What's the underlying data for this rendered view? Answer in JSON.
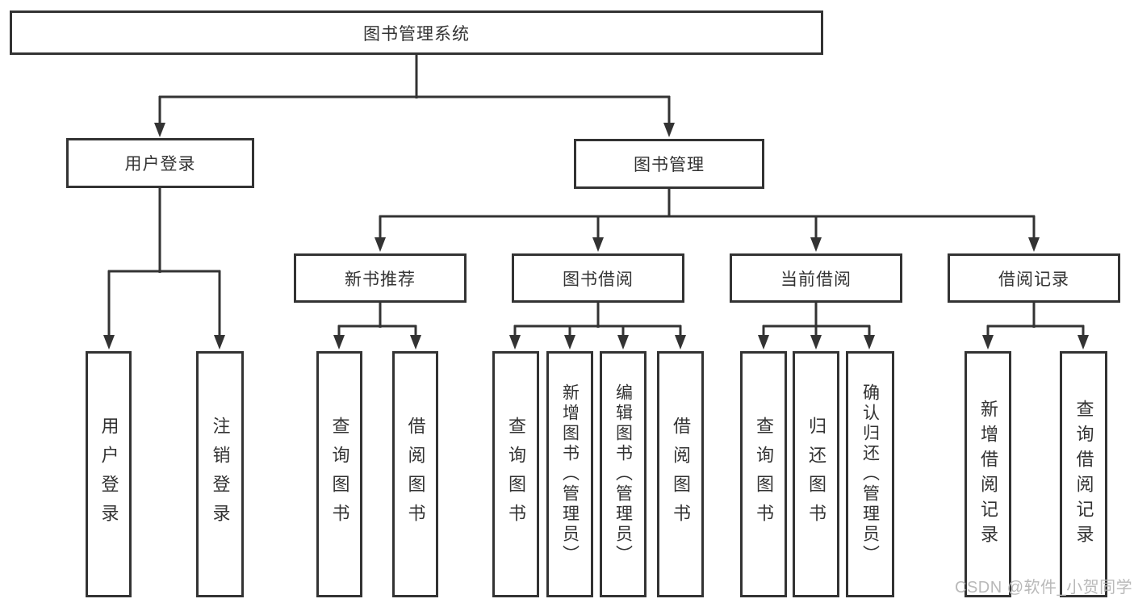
{
  "diagram_type": "hierarchy-tree",
  "colors": {
    "line": "#333333",
    "text": "#333333",
    "watermark": "#b9b9b9",
    "background": "#ffffff"
  },
  "tree": {
    "root": {
      "label": "图书管理系统",
      "children": [
        {
          "label": "用户登录",
          "children": [
            {
              "label": "用户登录"
            },
            {
              "label": "注销登录"
            }
          ]
        },
        {
          "label": "图书管理",
          "children": [
            {
              "label": "新书推荐",
              "children": [
                {
                  "label": "查询图书"
                },
                {
                  "label": "借阅图书"
                }
              ]
            },
            {
              "label": "图书借阅",
              "children": [
                {
                  "label": "查询图书"
                },
                {
                  "label": "新增图书（管理员）"
                },
                {
                  "label": "编辑图书（管理员）"
                },
                {
                  "label": "借阅图书"
                }
              ]
            },
            {
              "label": "当前借阅",
              "children": [
                {
                  "label": "查询图书"
                },
                {
                  "label": "归还图书"
                },
                {
                  "label": "确认归还（管理员）"
                }
              ]
            },
            {
              "label": "借阅记录",
              "children": [
                {
                  "label": "新增借阅记录"
                },
                {
                  "label": "查询借阅记录"
                }
              ]
            }
          ]
        }
      ]
    }
  },
  "watermark": {
    "text": "CSDN @软件_小贺同学"
  }
}
